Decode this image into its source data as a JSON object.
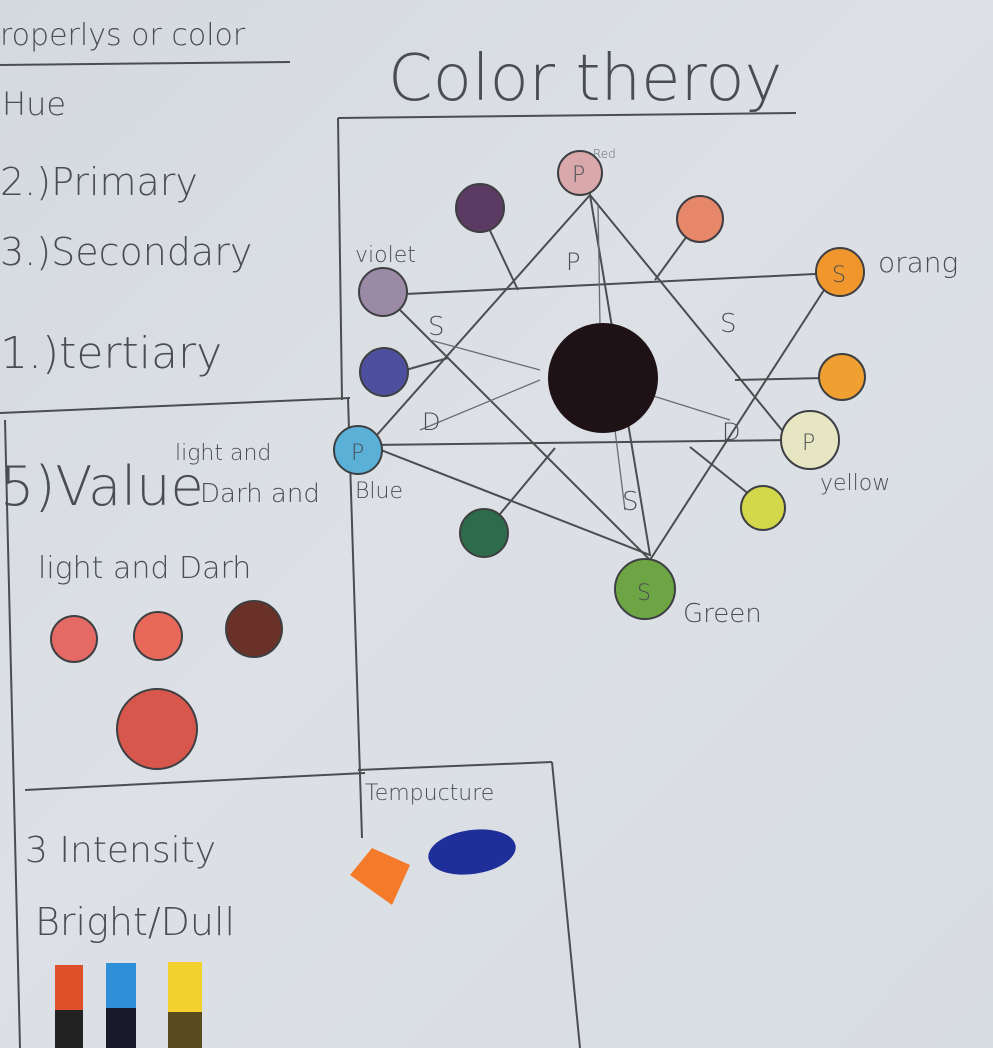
{
  "left_panel": {
    "heading": "roperlys or color",
    "hue": "Hue",
    "primary": "2.)Primary",
    "secondary": "3.)Secondary",
    "tertiary": "1.)tertiary",
    "value_heading": "5)Value",
    "value_note_line1": "light and",
    "value_note_line2": "Darh and",
    "value_sub": "light and Darh",
    "intensity_heading": "3 Intensity",
    "intensity_sub": "Bright/Dull"
  },
  "title": "Color theroy",
  "wheel": {
    "labels": {
      "red": "Red",
      "violet": "violet",
      "orange": "orang",
      "blue": "Blue",
      "yellow": "yellow",
      "green": "Green"
    },
    "primary_mark": "P",
    "secondary_mark": "S",
    "inner_marks": [
      "P",
      "S",
      "S",
      "D",
      "D",
      "S"
    ],
    "colors": {
      "red": "#d9a8ab",
      "red_violet": "#5b3b63",
      "red_orange": "#e7876a",
      "violet": "#9a8aa6",
      "orange": "#f0962c",
      "blue_violet": "#4d4f9e",
      "yellow_orange": "#f0a030",
      "blue": "#5ab0d6",
      "yellow": "#e6e6c2",
      "blue_green": "#2d6b4a",
      "yellow_green": "#d3d84a",
      "green": "#6ea544",
      "center": "#1f1216"
    }
  },
  "value_swatches": [
    "#e56a66",
    "#e8685a",
    "#6a3128",
    "#d7574d"
  ],
  "temperature": {
    "label": "Tempucture",
    "warm": "#f57a2a",
    "cool": "#1f2f9a"
  },
  "intensity_swatches": [
    {
      "top": "#e0502a",
      "bottom": "#222"
    },
    {
      "top": "#2f8fd8",
      "bottom": "#1a1a2a"
    },
    {
      "top": "#f2d12c",
      "bottom": "#5a4a20"
    }
  ]
}
